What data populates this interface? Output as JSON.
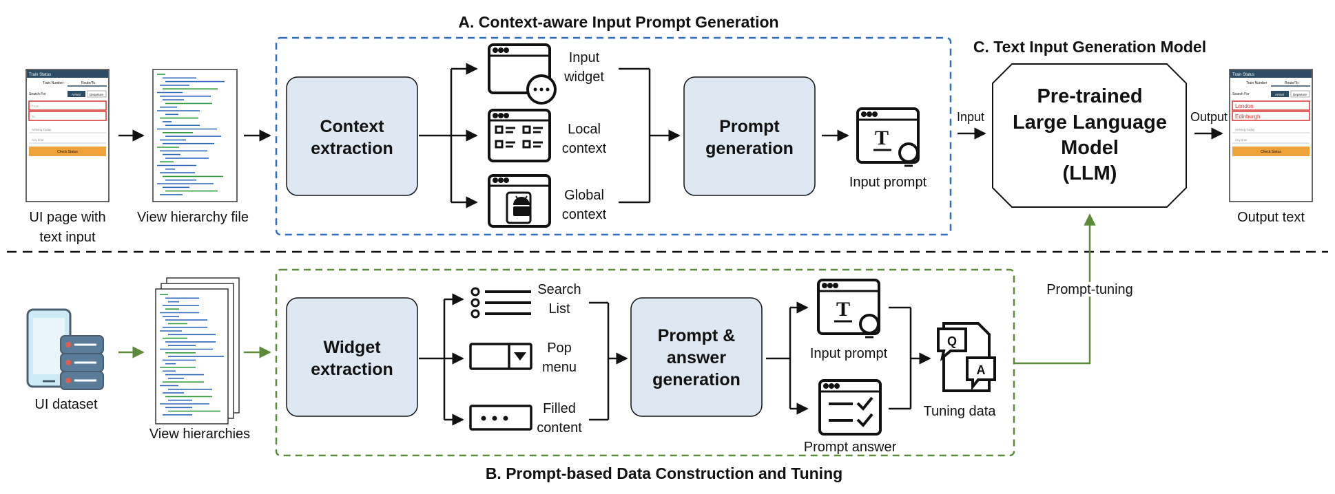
{
  "colors": {
    "blue_frame": "#2e6fbe",
    "green_frame": "#5a8a3a",
    "box_fill": "#dde8f3",
    "green_arrow": "#5a8a3a",
    "highlight_red": "#d9302f",
    "button_orange": "#f0a13a",
    "phone_header": "#2c4c64"
  },
  "section_a": {
    "title": "A. Context-aware Input Prompt Generation"
  },
  "section_b": {
    "title": "B. Prompt-based Data Construction and Tuning"
  },
  "section_c": {
    "title": "C. Text Input Generation Model"
  },
  "top": {
    "ui_page_label_1": "UI page with",
    "ui_page_label_2": "text input",
    "view_hierarchy_label": "View hierarchy file",
    "context_box_1": "Context",
    "context_box_2": "extraction",
    "input_widget_1": "Input",
    "input_widget_2": "widget",
    "local_context_1": "Local",
    "local_context_2": "context",
    "global_context_1": "Global",
    "global_context_2": "context",
    "prompt_box_1": "Prompt",
    "prompt_box_2": "generation",
    "input_prompt_label": "Input prompt",
    "input_arrow_label": "Input",
    "output_arrow_label": "Output",
    "llm_1": "Pre-trained",
    "llm_2": "Large Language",
    "llm_3": "Model",
    "llm_4": "(LLM)",
    "output_text_label": "Output text"
  },
  "bottom": {
    "ui_dataset_label": "UI dataset",
    "view_hierarchies_label": "View hierarchies",
    "widget_box_1": "Widget",
    "widget_box_2": "extraction",
    "search_list_1": "Search",
    "search_list_2": "List",
    "pop_menu_1": "Pop",
    "pop_menu_2": "menu",
    "filled_content_1": "Filled",
    "filled_content_2": "content",
    "prompt_answer_box_1": "Prompt &",
    "prompt_answer_box_2": "answer",
    "prompt_answer_box_3": "generation",
    "input_prompt_label": "Input prompt",
    "prompt_answer_label": "Prompt answer",
    "tuning_data_label": "Tuning data",
    "prompt_tuning_label": "Prompt-tuning"
  },
  "phone_in": {
    "title": "Train Status",
    "tab_1": "Train Number",
    "tab_2": "Route/To",
    "search_for": "Search For",
    "toggle_1": "Arrival",
    "toggle_2": "Departure",
    "field_1": "From",
    "field_2": "To",
    "field_3": "Arriving Today",
    "field_4": "Any time",
    "button": "Check Status"
  },
  "phone_out": {
    "title": "Train Status",
    "tab_1": "Train Number",
    "tab_2": "Route/To",
    "search_for": "Search For",
    "toggle_1": "Arrival",
    "toggle_2": "Departure",
    "value_1": "London",
    "value_2": "Edinburgh",
    "field_3": "Arriving Today",
    "field_4": "Any time",
    "button": "Check Status"
  },
  "icons": {
    "input_widget": "window-with-ellipsis-icon",
    "local_context": "window-with-list-icon",
    "global_context": "window-with-android-icon",
    "input_prompt": "text-with-lightbulb-icon",
    "ui_dataset": "phone-and-server-icon",
    "search_list": "bulleted-list-icon",
    "pop_menu": "dropdown-icon",
    "filled_content": "input-with-dots-icon",
    "prompt_answer": "checklist-window-icon",
    "tuning_data": "qa-documents-icon"
  }
}
